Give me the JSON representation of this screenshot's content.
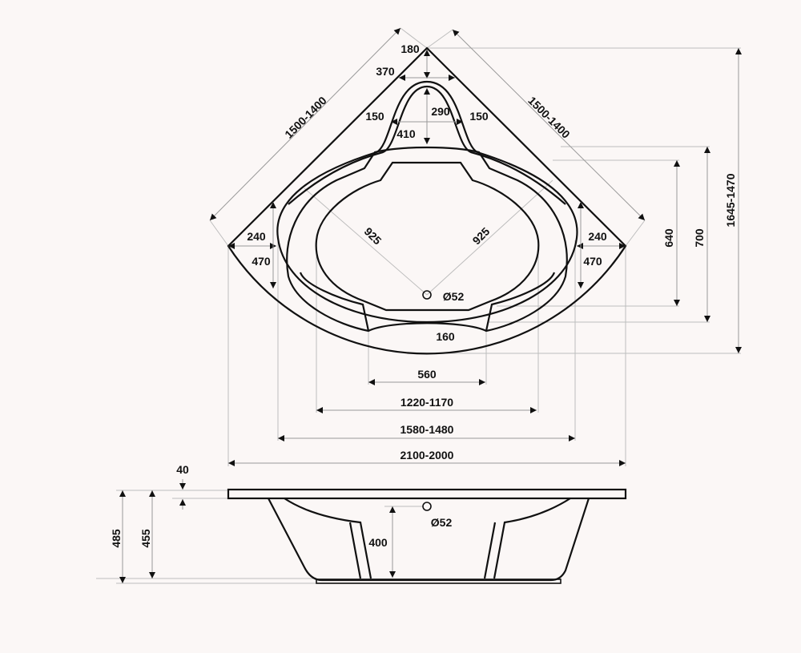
{
  "top_view": {
    "side_left": "1500-1400",
    "side_right": "1500-1400",
    "apex_offset": "180",
    "headrest_width_top": "370",
    "headrest_depth": "290",
    "headrest_width": "410",
    "headrest_rim_left": "150",
    "headrest_rim_right": "150",
    "diag_left": "925",
    "diag_right": "925",
    "drain": "Ø52",
    "rim_left": "240",
    "rim_right": "240",
    "rim_depth_left": "470",
    "rim_depth_right": "470",
    "front_rim": "160",
    "height_640": "640",
    "height_700": "700",
    "depth_total": "1645-1470",
    "width_560": "560",
    "width_basin": "1220-1170",
    "width_inner": "1580-1480",
    "width_total": "2100-2000"
  },
  "side_view": {
    "deck_thickness": "40",
    "height_total": "485",
    "height_body": "455",
    "drain_height": "400",
    "drain": "Ø52"
  },
  "colors": {
    "line": "#111111",
    "guide": "#bdbdbd",
    "background": "#fbf7f6"
  }
}
